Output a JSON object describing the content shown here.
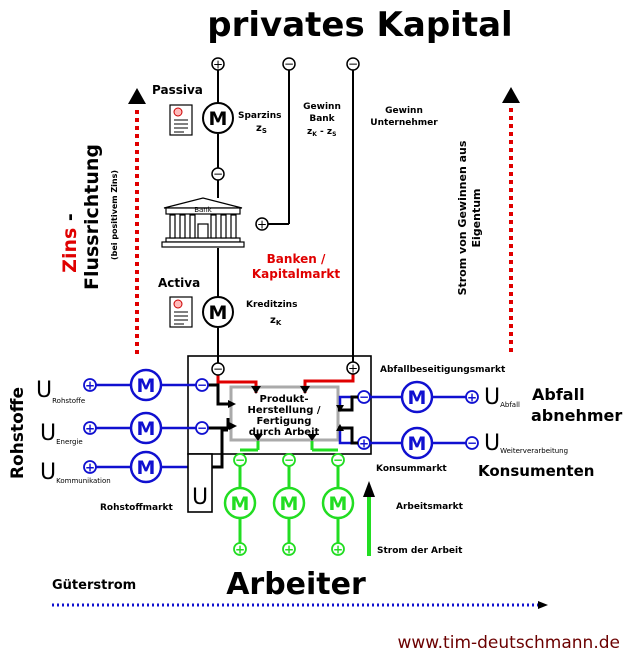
{
  "title": "privates Kapital",
  "passiva": "Passiva",
  "activa": "Activa",
  "sparzins": "Sparzins",
  "sparzins_sym": "z",
  "sparzins_sub": "S",
  "gewinn_bank": [
    "Gewinn",
    "Bank"
  ],
  "gewinn_bank_formula": {
    "z1": "z",
    "s1": "K",
    "mid": " - z",
    "s2": "S"
  },
  "gewinn_unternehmer": [
    "Gewinn",
    "Unternehmer"
  ],
  "bank_label": "Bank",
  "banken_markt": [
    "Banken /",
    "Kapitalmarkt"
  ],
  "kreditzins": "Kreditzins",
  "kreditzins_sym": "z",
  "kreditzins_sub": "K",
  "zins_word": "Zins",
  "flussrichtung": "Flussrichtung",
  "zins_dash": " -",
  "bei_positivem": "(bei positivem Zins)",
  "strom_gewinne": [
    "Strom von Gewinnen aus",
    "Eigentum"
  ],
  "abfall_markt": "Abfallbeseitigungsmarkt",
  "rohstoffe": "Rohstoffe",
  "u_rohstoffe": "Rohstoffe",
  "u_energie": "Energie",
  "u_kommunikation": "Kommunikation",
  "u_abfall": "Abfall",
  "u_weiter": "Weiterverarbeitung",
  "u_letter": "U",
  "abfall_abnehmer": [
    "Abfall",
    "abnehmer"
  ],
  "konsumenten": "Konsumenten",
  "konsummarkt": "Konsummarkt",
  "produkt": [
    "Produkt-",
    "Herstellung /",
    "Fertigung",
    "durch Arbeit"
  ],
  "rohstoffmarkt": "Rohstoffmarkt",
  "arbeitsmarkt": "Arbeitsmarkt",
  "strom_arbeit": "Strom der Arbeit",
  "gueterstrom": "Güterstrom",
  "arbeiter": "Arbeiter",
  "website": "www.tim-deutschmann.de",
  "motor_letter": "M",
  "plus": "+",
  "minus": "−",
  "colors": {
    "blue": "#1010d0",
    "red": "#e00000",
    "green": "#22dd22",
    "darkred": "#6b0000"
  }
}
